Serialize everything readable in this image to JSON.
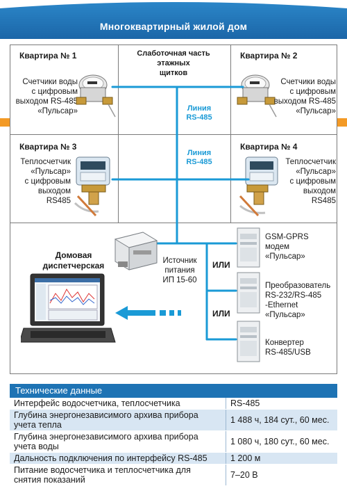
{
  "banner": {
    "title": "Многоквартирный жилой дом"
  },
  "apartments": {
    "a1": {
      "title": "Квартира № 1",
      "desc": [
        "Счетчики воды",
        "с цифровым",
        "выходом RS-485",
        "«Пульсар»"
      ]
    },
    "a2": {
      "title": "Квартира № 2",
      "desc": [
        "Счетчики воды",
        "с цифровым",
        "выходом RS-485",
        "«Пульсар»"
      ]
    },
    "a3": {
      "title": "Квартира № 3",
      "desc": [
        "Теплосчетчик",
        "«Пульсар»",
        "с цифровым",
        "выходом",
        "RS485"
      ]
    },
    "a4": {
      "title": "Квартира № 4",
      "desc": [
        "Теплосчетчик",
        "«Пульсар»",
        "с цифровым",
        "выходом",
        "RS485"
      ]
    }
  },
  "center_label": [
    "Слаботочная часть",
    "этажных",
    "щитков"
  ],
  "lines": {
    "line_top": [
      "Линия",
      "RS-485"
    ],
    "line_mid": [
      "Линия",
      "RS-485"
    ]
  },
  "dispatch": {
    "title": [
      "Домовая",
      "диспетчерская"
    ]
  },
  "power": {
    "label": [
      "Источник",
      "питания",
      "ИП 15-60"
    ]
  },
  "or_label": "ИЛИ",
  "devices": {
    "gsm": [
      "GSM-GPRS",
      "модем",
      "«Пульсар»"
    ],
    "converter_eth": [
      "Преобразователь",
      "RS-232/RS-485",
      "-Ethernet «Пульсар»"
    ],
    "converter_usb": [
      "Конвертер",
      "RS-485/USB"
    ]
  },
  "specs": {
    "header": "Технические данные",
    "rows": [
      {
        "param": [
          "Интерфейс водосчетчика, теплосчетчика"
        ],
        "value": "RS-485"
      },
      {
        "param": [
          "Глубина энергонезависимого архива прибора",
          "учета тепла"
        ],
        "value": "1 488 ч, 184 сут., 60 мес."
      },
      {
        "param": [
          "Глубина энергонезависимого архива прибора",
          "учета воды"
        ],
        "value": "1 080 ч, 180 сут., 60 мес."
      },
      {
        "param": [
          "Дальность подключения по интерфейсу RS-485"
        ],
        "value": "1 200 м"
      },
      {
        "param": [
          "Питание водосчетчика и теплосчетчика для",
          "снятия показаний"
        ],
        "value": "7–20 В"
      }
    ]
  },
  "colors": {
    "banner_blue": "#1e73b4",
    "line_blue": "#1a9ad6",
    "accent_orange": "#f39a26",
    "table_alt": "#d8e6f3"
  }
}
